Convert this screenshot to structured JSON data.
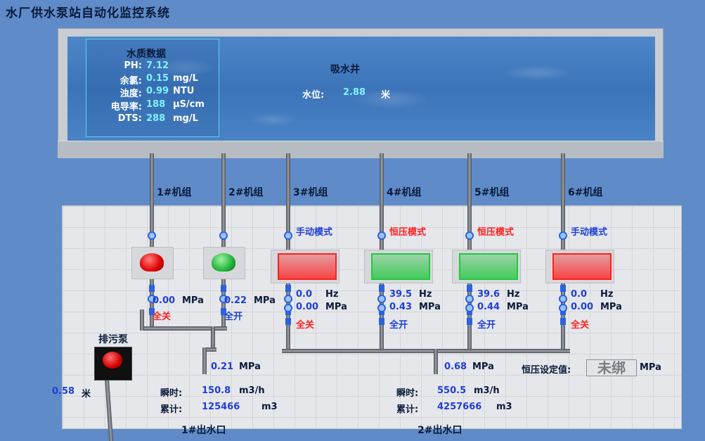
{
  "title": "水厂供水泵站自动化监控系统",
  "water_quality": {
    "title": "水质数据",
    "items": [
      {
        "label": "PH:",
        "value": "7.12",
        "unit": ""
      },
      {
        "label": "余氯:",
        "value": "0.15",
        "unit": "mg/L"
      },
      {
        "label": "浊度:",
        "value": "0.99",
        "unit": "NTU"
      },
      {
        "label": "电导率:",
        "value": "188",
        "unit": "μS/cm"
      },
      {
        "label": "DTS:",
        "value": "288",
        "unit": "mg/L"
      }
    ]
  },
  "well": {
    "name": "吸水井",
    "level_label": "水位:",
    "level_value": "2.88",
    "level_unit": "米"
  },
  "units": [
    {
      "name": "1#机组",
      "mode": "",
      "pressure": "0.00",
      "pressure_unit": "MPa",
      "valve_status": "全关",
      "status_color": "red",
      "pump_color": "red"
    },
    {
      "name": "2#机组",
      "mode": "",
      "pressure": "0.22",
      "pressure_unit": "MPa",
      "valve_status": "全开",
      "status_color": "blue",
      "pump_color": "green"
    },
    {
      "name": "3#机组",
      "mode": "手动模式",
      "mode_color": "blue",
      "freq": "0.0",
      "freq_unit": "Hz",
      "pressure": "0.00",
      "pressure_unit": "MPa",
      "valve_status": "全关",
      "status_color": "red",
      "pump_color": "red"
    },
    {
      "name": "4#机组",
      "mode": "恒压模式",
      "mode_color": "red",
      "freq": "39.5",
      "freq_unit": "Hz",
      "pressure": "0.43",
      "pressure_unit": "MPa",
      "valve_status": "全开",
      "status_color": "blue",
      "pump_color": "green"
    },
    {
      "name": "5#机组",
      "mode": "恒压模式",
      "mode_color": "red",
      "freq": "39.6",
      "freq_unit": "Hz",
      "pressure": "0.44",
      "pressure_unit": "MPa",
      "valve_status": "全开",
      "status_color": "blue",
      "pump_color": "green"
    },
    {
      "name": "6#机组",
      "mode": "手动模式",
      "mode_color": "blue",
      "freq": "0.0",
      "freq_unit": "Hz",
      "pressure": "0.00",
      "pressure_unit": "MPa",
      "valve_status": "全关",
      "status_color": "red",
      "pump_color": "red"
    }
  ],
  "sewage": {
    "label": "排污泵",
    "level": "0.58",
    "level_unit": "米"
  },
  "outlet1": {
    "pressure": "0.21",
    "pressure_unit": "MPa",
    "instant_label": "瞬时:",
    "instant": "150.8",
    "instant_unit": "m3/h",
    "total_label": "累计:",
    "total": "125466",
    "total_unit": "m3",
    "name": "1#出水口"
  },
  "outlet2": {
    "pressure": "0.68",
    "pressure_unit": "MPa",
    "instant_label": "瞬时:",
    "instant": "550.5",
    "instant_unit": "m3/h",
    "total_label": "累计:",
    "total": "4257666",
    "total_unit": "m3",
    "name": "2#出水口"
  },
  "setpoint": {
    "label": "恒压设定值:",
    "value": "未绑",
    "unit": "MPa"
  },
  "colors": {
    "red": "#ff2020",
    "blue": "#1f3fd6",
    "green": "#22c840"
  }
}
